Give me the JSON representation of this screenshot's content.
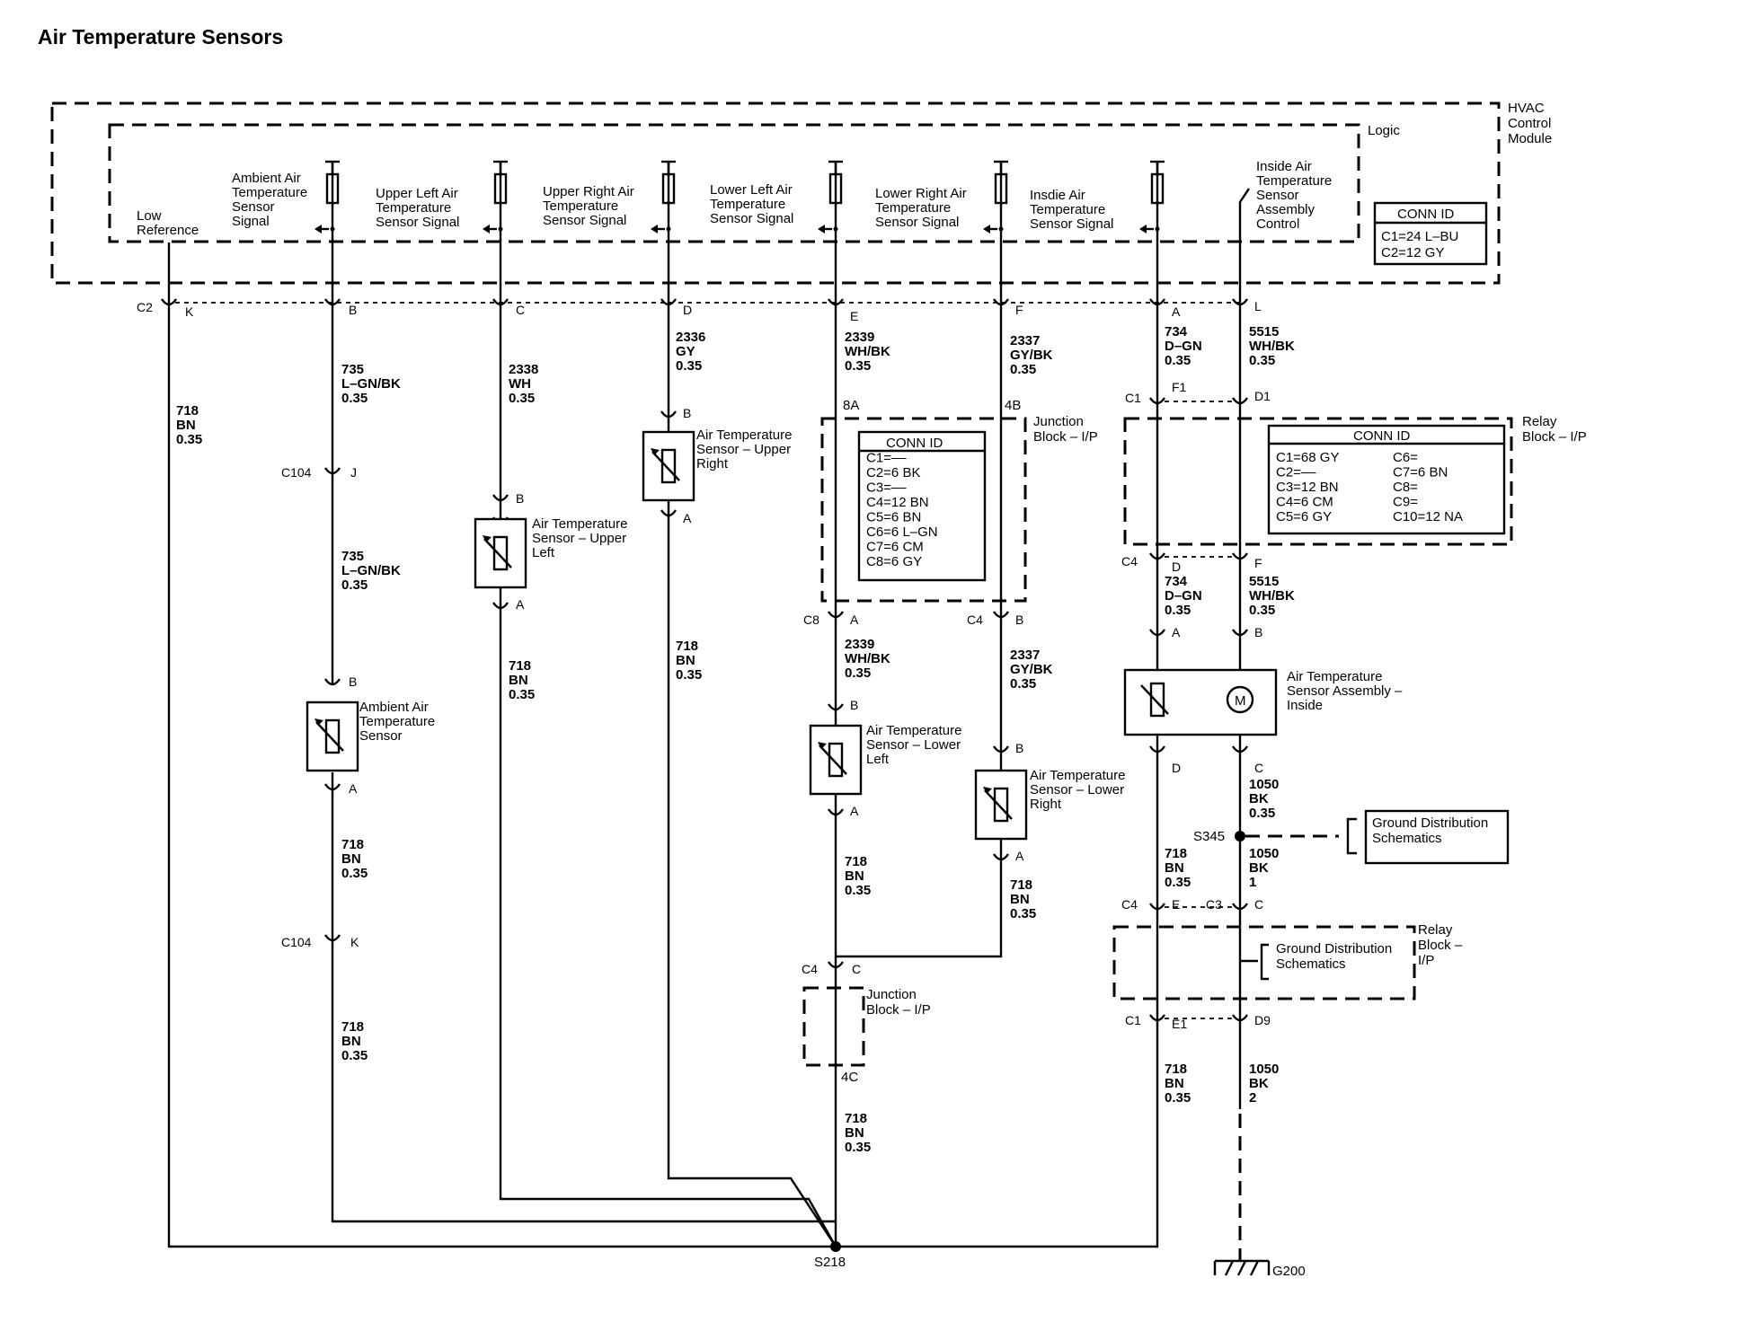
{
  "title": "Air Temperature Sensors",
  "module": {
    "name": "HVAC Control Module",
    "section": "Logic",
    "conn_id": {
      "header": "CONN ID",
      "c1": "C1=24 L–BU",
      "c2": "C2=12 GY"
    }
  },
  "signals": {
    "low_ref": [
      "Low",
      "Reference"
    ],
    "ambient": [
      "Ambient Air",
      "Temperature",
      "Sensor",
      "Signal"
    ],
    "upper_left": [
      "Upper Left Air",
      "Temperature",
      "Sensor Signal"
    ],
    "upper_right": [
      "Upper Right Air",
      "Temperature",
      "Sensor Signal"
    ],
    "lower_left": [
      "Lower Left Air",
      "Temperature",
      "Sensor Signal"
    ],
    "lower_right": [
      "Lower Right Air",
      "Temperature",
      "Sensor Signal"
    ],
    "inside": [
      "Insdie Air",
      "Temperature",
      "Sensor Signal"
    ],
    "inside_control": [
      "Inside Air",
      "Temperature",
      "Sensor",
      "Assembly",
      "Control"
    ]
  },
  "pins": {
    "c2": "C2",
    "k": "K",
    "b": "B",
    "c": "C",
    "d": "D",
    "e": "E",
    "f": "F",
    "a": "A",
    "l": "L",
    "j": "J",
    "f1": "F1",
    "d1": "D1",
    "c1": "C1",
    "c4": "C4",
    "c8": "C8",
    "c3": "C3",
    "c104": "C104",
    "e1": "E1",
    "d9": "D9",
    "e_low": "E",
    "c_low": "C"
  },
  "wires": {
    "w718": [
      "718",
      "BN",
      "0.35"
    ],
    "w735": [
      "735",
      "L–GN/BK",
      "0.35"
    ],
    "w2338": [
      "2338",
      "WH",
      "0.35"
    ],
    "w2336": [
      "2336",
      "GY",
      "0.35"
    ],
    "w2339": [
      "2339",
      "WH/BK",
      "0.35"
    ],
    "w2337": [
      "2337",
      "GY/BK",
      "0.35"
    ],
    "w734": [
      "734",
      "D–GN",
      "0.35"
    ],
    "w5515": [
      "5515",
      "WH/BK",
      "0.35"
    ],
    "w1050a": [
      "1050",
      "BK",
      "0.35"
    ],
    "w1050b": [
      "1050",
      "BK",
      "1"
    ],
    "w1050c": [
      "1050",
      "BK",
      "2"
    ]
  },
  "sensors": {
    "ambient": [
      "Ambient Air",
      "Temperature",
      "Sensor"
    ],
    "upper_left": [
      "Air Temperature",
      "Sensor – Upper",
      "Left"
    ],
    "upper_right": [
      "Air Temperature",
      "Sensor – Upper",
      "Right"
    ],
    "lower_left": [
      "Air Temperature",
      "Sensor – Lower",
      "Left"
    ],
    "lower_right": [
      "Air Temperature",
      "Sensor – Lower",
      "Right"
    ],
    "inside": [
      "Air Temperature",
      "Sensor Assembly –",
      "Inside"
    ]
  },
  "junction_block": {
    "name": [
      "Junction",
      "Block – I/P"
    ],
    "in": "8A",
    "in2": "4B",
    "out": "4C",
    "conn_id": [
      "CONN ID",
      "C1=––",
      "C2=6 BK",
      "C3=––",
      "C4=12 BN",
      "C5=6 BN",
      "C6=6 L–GN",
      "C7=6 CM",
      "C8=6 GY"
    ]
  },
  "relay_block": {
    "name": [
      "Relay",
      "Block – I/P"
    ],
    "name2": [
      "Relay",
      "Block –",
      "I/P"
    ],
    "conn_id_header": "CONN ID",
    "left": [
      "C1=68 GY",
      "C2=––",
      "C3=12 BN",
      "C4=6 CM",
      "C5=6 GY"
    ],
    "right": [
      "C6=",
      "C7=6 BN",
      "C8=",
      "C9=",
      "C10=12 NA"
    ]
  },
  "motor": "M",
  "ground_dist": [
    "Ground Distribution",
    "Schematics"
  ],
  "splices": {
    "s218": "S218",
    "s345": "S345"
  },
  "ground": "G200"
}
